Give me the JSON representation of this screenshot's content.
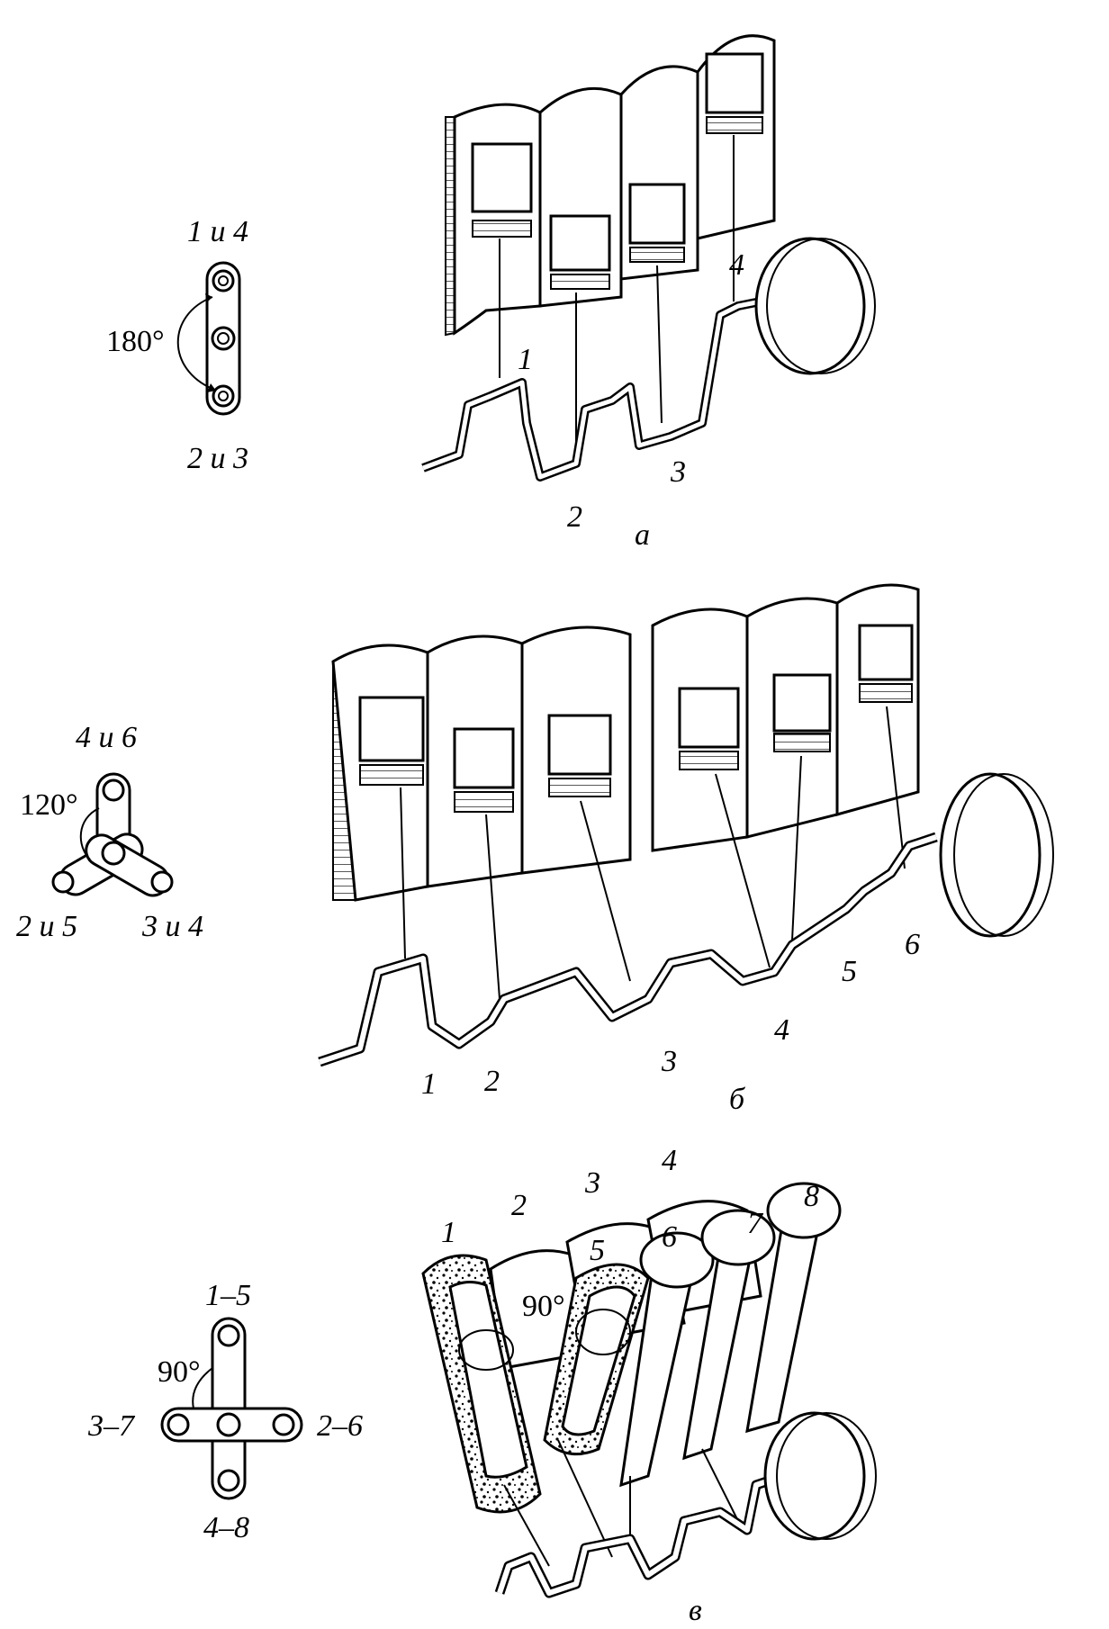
{
  "panels": [
    {
      "id": "a",
      "caption": "а",
      "crank_scheme": {
        "angle_label": "180°",
        "top_label": "1 и 4",
        "bottom_label": "2 и 3"
      },
      "cylinder_numbers": [
        "1",
        "2",
        "3",
        "4"
      ]
    },
    {
      "id": "b",
      "caption": "б",
      "crank_scheme": {
        "angle_label": "120°",
        "top_label": "4 и 6",
        "left_label": "2 и 5",
        "right_label": "3 и 4"
      },
      "cylinder_numbers": [
        "1",
        "2",
        "3",
        "4",
        "5",
        "6"
      ]
    },
    {
      "id": "c",
      "caption": "в",
      "crank_scheme": {
        "angle_label": "90°",
        "top_label": "1–5",
        "left_label": "3–7",
        "right_label": "2–6",
        "bottom_label": "4–8"
      },
      "cylinder_numbers": [
        "1",
        "2",
        "3",
        "4",
        "5",
        "6",
        "7",
        "8"
      ],
      "vee_angle_label": "90°"
    }
  ]
}
